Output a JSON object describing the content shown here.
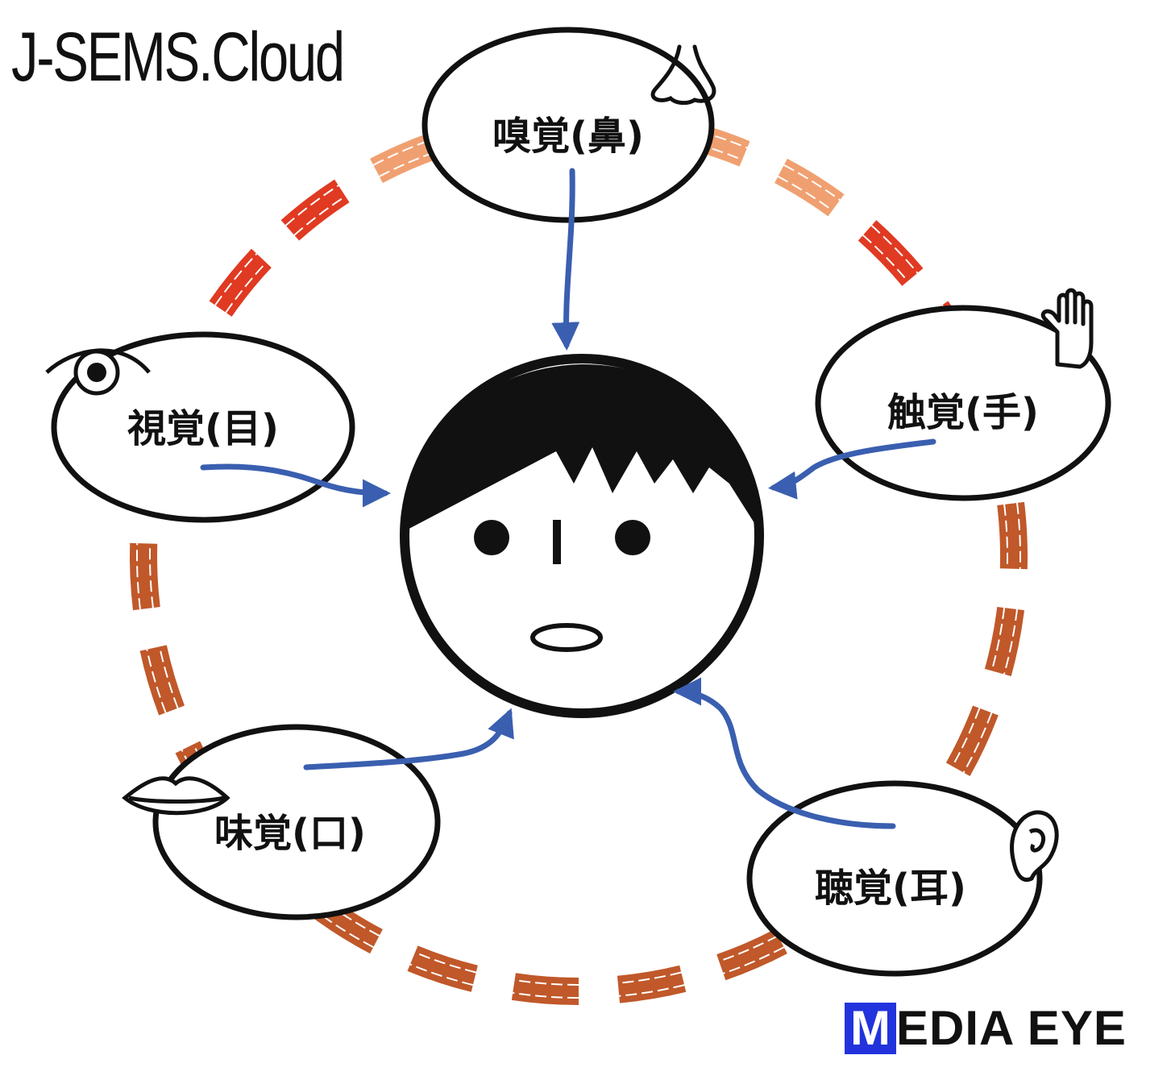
{
  "brand": {
    "title": "J-SEMS.Cloud"
  },
  "senses": {
    "smell": {
      "label": "嗅覚(鼻)",
      "icon": "nose-icon"
    },
    "touch": {
      "label": "触覚(手)",
      "icon": "hand-icon"
    },
    "sight": {
      "label": "視覚(目)",
      "icon": "eye-icon"
    },
    "taste": {
      "label": "味覚(口)",
      "icon": "lips-icon"
    },
    "hearing": {
      "label": "聴覚(耳)",
      "icon": "ear-icon"
    }
  },
  "logo": {
    "mark": "M",
    "text": "EDIA EYE"
  },
  "colors": {
    "arrow": "#3a5fb0",
    "ring_top": "#f0a070",
    "ring_red": "#e03a22",
    "ring_brown": "#c0582a",
    "logo_blue": "#2233dd"
  }
}
